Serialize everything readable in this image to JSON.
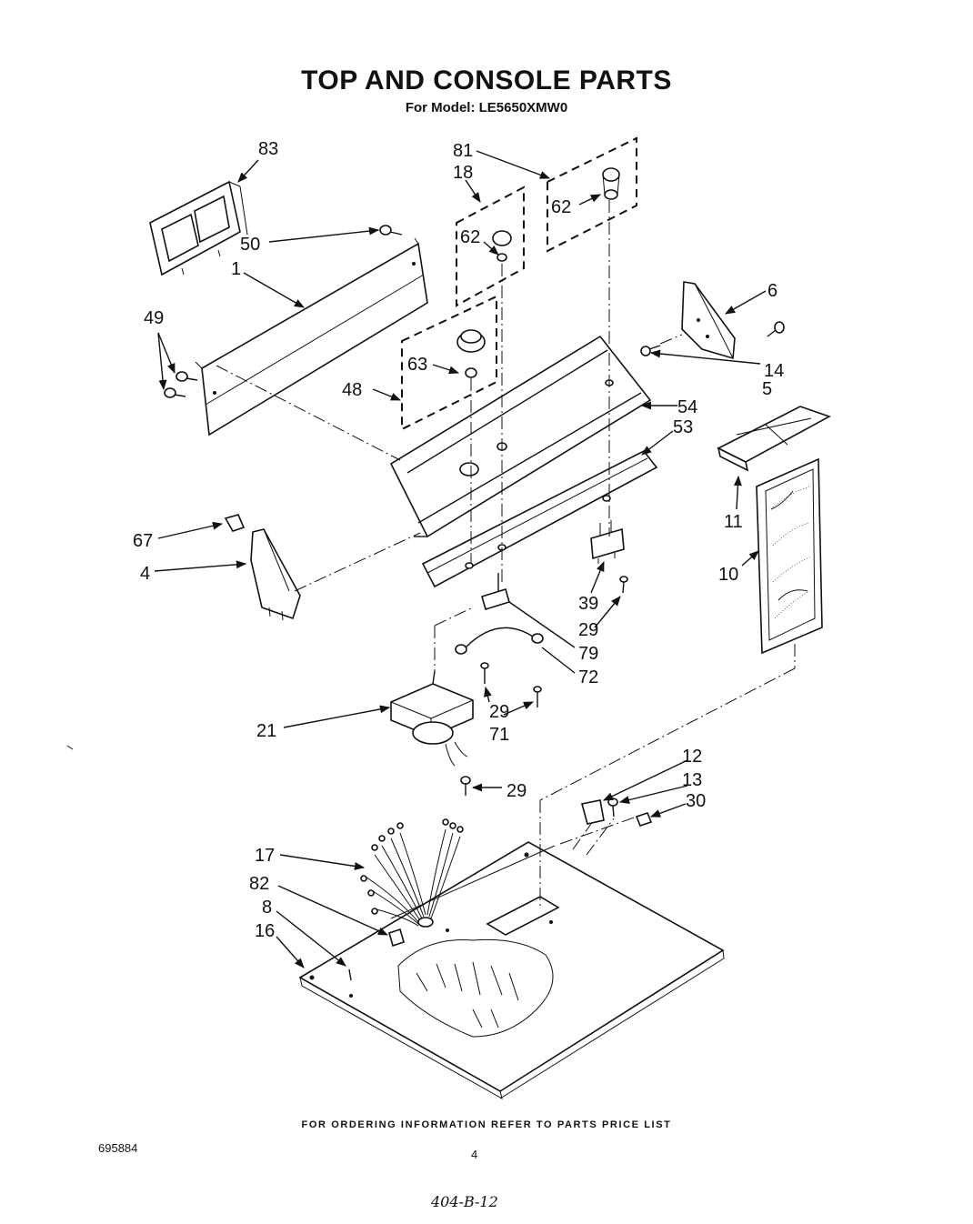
{
  "title": "TOP AND CONSOLE PARTS",
  "subtitle": "For Model: LE5650XMW0",
  "footer_note": "FOR ORDERING INFORMATION REFER TO PARTS PRICE LIST",
  "document_number": "695884",
  "page_number": "4",
  "handwritten_note": "404-B-12",
  "part_callouts": {
    "c83": "83",
    "c81": "81",
    "c18": "18",
    "c62a": "62",
    "c62b": "62",
    "c50": "50",
    "c1": "1",
    "c6": "6",
    "c49": "49",
    "c63": "63",
    "c14": "14",
    "c5": "5",
    "c48": "48",
    "c54": "54",
    "c53": "53",
    "c67": "67",
    "c11": "11",
    "c4": "4",
    "c10": "10",
    "c39": "39",
    "c29a": "29",
    "c79": "79",
    "c72": "72",
    "c29b": "29",
    "c71": "71",
    "c21": "21",
    "c29c": "29",
    "c12": "12",
    "c13": "13",
    "c30": "30",
    "c17": "17",
    "c82": "82",
    "c8": "8",
    "c16": "16"
  }
}
